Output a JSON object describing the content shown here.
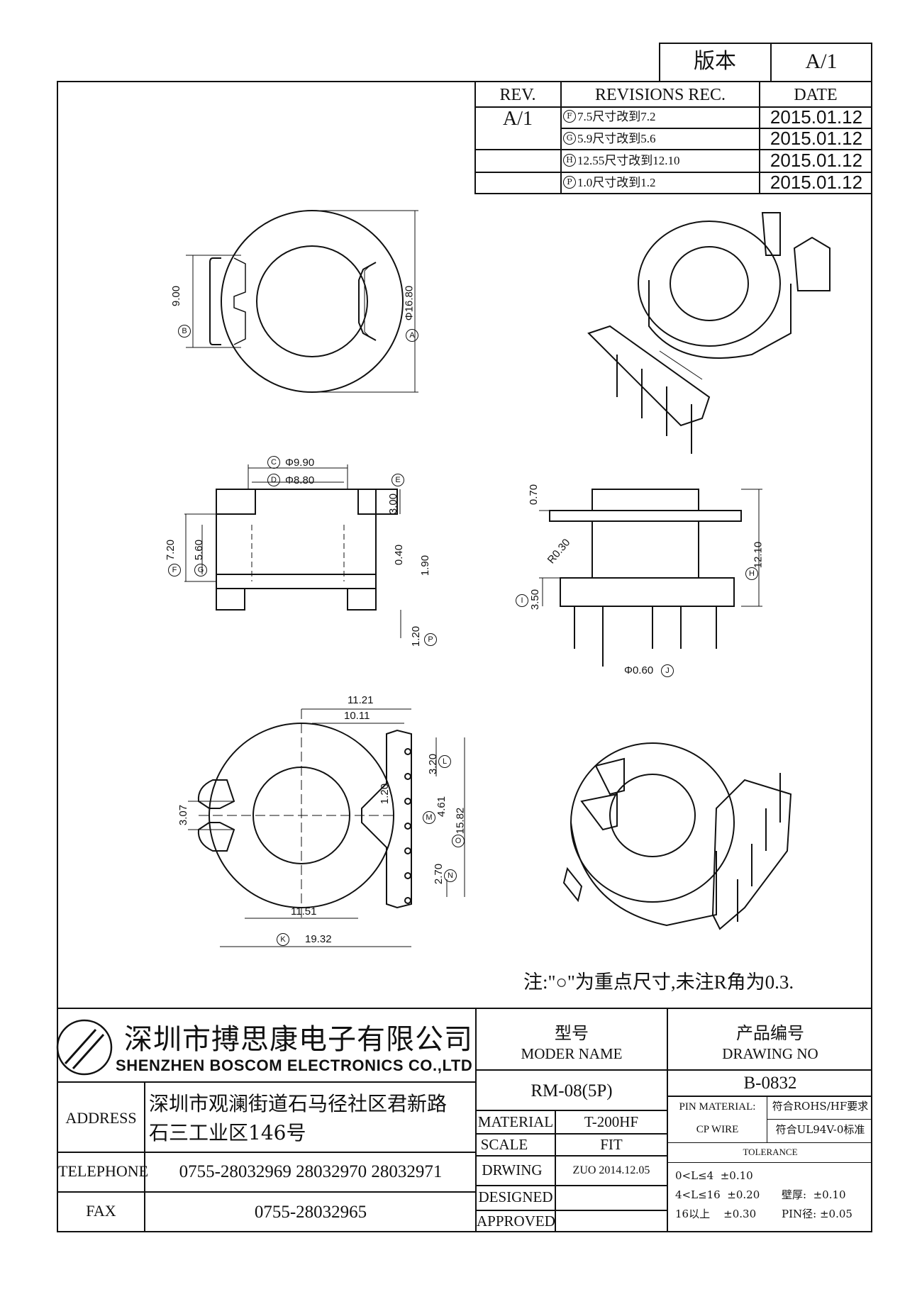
{
  "version_box": {
    "label": "版本",
    "value": "A/1"
  },
  "revisions": {
    "headers": {
      "rev": "REV.",
      "rec": "REVISIONS REC.",
      "date": "DATE"
    },
    "rev_value": "A/1",
    "rows": [
      {
        "marker": "F",
        "text": "7.5尺寸改到7.2",
        "date": "2015.01.12"
      },
      {
        "marker": "G",
        "text": "5.9尺寸改到5.6",
        "date": "2015.01.12"
      },
      {
        "marker": "H",
        "text": "12.55尺寸改到12.10",
        "date": "2015.01.12"
      },
      {
        "marker": "P",
        "text": "1.0尺寸改到1.2",
        "date": "2015.01.12"
      }
    ]
  },
  "dimensions": {
    "top_view": {
      "height": "9.00",
      "height_marker": "B",
      "diameter": "Φ16.80",
      "diameter_marker": "A"
    },
    "front_view": {
      "outer_dia": "Φ9.90",
      "outer_dia_marker": "C",
      "inner_dia": "Φ8.80",
      "inner_dia_marker": "D",
      "flange": "3.00",
      "flange_marker": "E",
      "height": "7.20",
      "height_marker": "F",
      "inner_height": "5.60",
      "inner_height_marker": "G",
      "wall": "0.40",
      "base": "1.90",
      "pin_len": "1.20",
      "pin_len_marker": "P"
    },
    "side_view": {
      "top": "0.70",
      "radius": "R0.30",
      "total": "12.10",
      "total_marker": "H",
      "base": "3.50",
      "base_marker": "I",
      "pin_dia": "Φ0.60",
      "pin_dia_marker": "J"
    },
    "bottom_view": {
      "w1": "11.21",
      "w2": "10.11",
      "pitch_a": "3.20",
      "pitch_a_marker": "L",
      "slot": "1.20",
      "mid": "4.61",
      "mid_marker": "M",
      "total": "15.82",
      "total_marker": "O",
      "pitch_b": "2.70",
      "pitch_b_marker": "N",
      "tab": "3.07",
      "core": "11.51",
      "overall": "19.32",
      "overall_marker": "K"
    }
  },
  "note": "注:\"○\"为重点尺寸,未注R角为0.3.",
  "title_block": {
    "company_cn": "深圳市搏思康电子有限公司",
    "company_en": "SHENZHEN BOSCOM ELECTRONICS CO.,LTD",
    "model_label_cn": "型号",
    "model_label_en": "MODER NAME",
    "model_value": "RM-08(5P)",
    "drawing_label_cn": "产品编号",
    "drawing_label_en": "DRAWING NO",
    "drawing_value": "B-0832",
    "address_label": "ADDRESS",
    "address_line1": "深圳市观澜街道石马径社区君新路",
    "address_line2": "石三工业区146号",
    "telephone_label": "TELEPHONE",
    "telephone_value": "0755-28032969 28032970 28032971",
    "fax_label": "FAX",
    "fax_value": "0755-28032965",
    "material_label": "MATERIAL",
    "material_value": "T-200HF",
    "scale_label": "SCALE",
    "scale_value": "FIT",
    "drawing_by_label": "DRWING",
    "drawing_by_value": "ZUO 2014.12.05",
    "designed_label": "DESIGNED",
    "approved_label": "APPROVED",
    "pin_material_label": "PIN MATERIAL:",
    "pin_material_value": "符合ROHS/HF要求",
    "cp_wire_label": "CP WIRE",
    "cp_wire_value": "符合UL94V-0标准",
    "tolerance_label": "TOLERANCE",
    "tol_1": "0<L≤4  ±0.10",
    "tol_2": "4<L≤16  ±0.20",
    "tol_3": "16以上    ±0.30",
    "wall_tol": "壁厚:  ±0.10",
    "pin_tol": "PIN径: ±0.05"
  }
}
